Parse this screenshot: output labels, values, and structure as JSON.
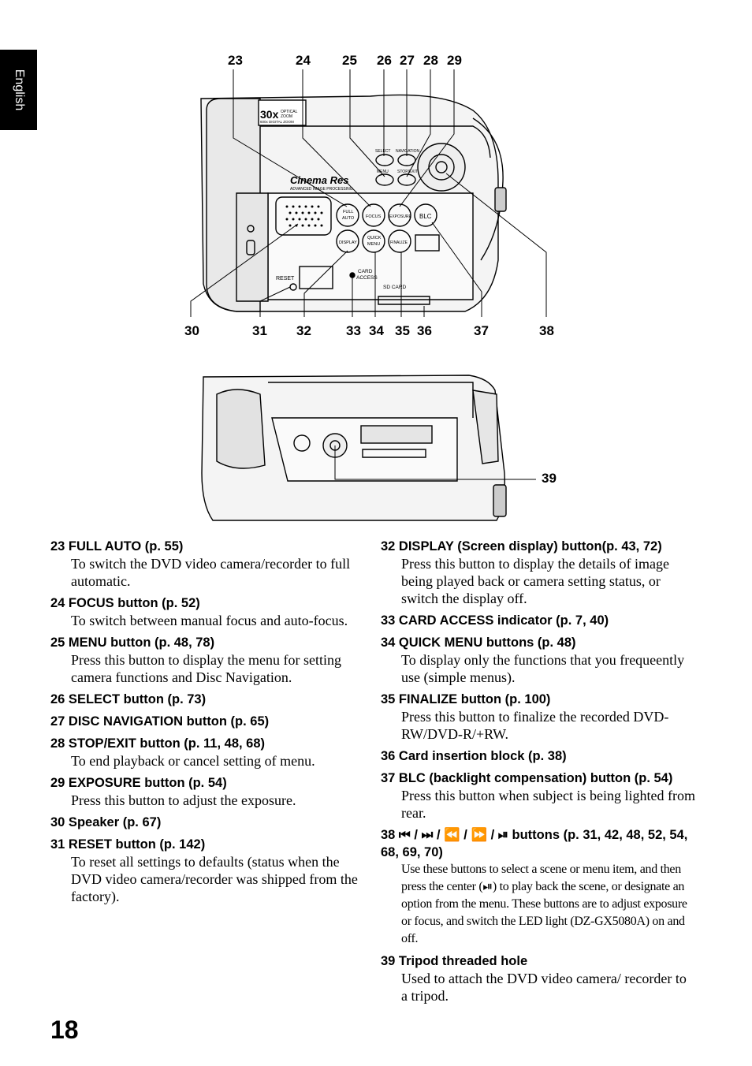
{
  "side_tab": "English",
  "page_number": "18",
  "top_figure": {
    "printed_text": {
      "zoom1": "30x",
      "zoom2": "OPTICAL",
      "zoom3": "ZOOM",
      "zoom4": "600x DIGITAL ZOOM",
      "cinema": "Cinema Res",
      "advanced": "ADVANCED IMAGE PROCESSING",
      "full": "FULL",
      "auto": "AUTO",
      "focus": "FOCUS",
      "exposure": "EXPOSURE",
      "blc": "BLC",
      "display": "DISPLAY",
      "quick": "QUICK",
      "menu": "MENU",
      "finalize": "FINALIZE",
      "select": "SELECT",
      "navigation": "NAVIGATION",
      "menu_top": "MENU",
      "stopexit": "STOP/EXIT",
      "reset": "RESET",
      "card": "CARD",
      "access": "ACCESS",
      "sdcard": "SD CARD"
    },
    "callouts_top": [
      "23",
      "24",
      "25",
      "26",
      "27",
      "28",
      "29"
    ],
    "callouts_bottom": [
      "30",
      "31",
      "32",
      "33",
      "34",
      "35",
      "36",
      "37",
      "38"
    ]
  },
  "bottom_figure": {
    "callout": "39"
  },
  "left_items": [
    {
      "head": "23 FULL AUTO (p. 55)",
      "desc": "To switch the DVD video camera/recorder to full automatic."
    },
    {
      "head": "24 FOCUS button (p. 52)",
      "desc": "To switch between manual focus and auto-focus."
    },
    {
      "head": "25 MENU button (p. 48, 78)",
      "desc": "Press this button to display the menu for setting camera functions and Disc Navigation."
    },
    {
      "head": "26 SELECT button (p. 73)",
      "desc": ""
    },
    {
      "head": "27 DISC NAVIGATION button (p. 65)",
      "desc": ""
    },
    {
      "head": "28 STOP/EXIT button (p. 11, 48, 68)",
      "desc": "To end playback or cancel setting of menu."
    },
    {
      "head": "29 EXPOSURE button (p. 54)",
      "desc": "Press this button to adjust the exposure."
    },
    {
      "head": "30 Speaker (p. 67)",
      "desc": ""
    },
    {
      "head": "31 RESET button (p. 142)",
      "desc": "To reset all settings to defaults (status when the DVD video camera/recorder was shipped from the factory)."
    }
  ],
  "right_items": [
    {
      "head": "32 DISPLAY (Screen display) button(p. 43, 72)",
      "desc": "Press this button to display the details of image being played back or camera setting status, or switch the display off."
    },
    {
      "head": "33 CARD ACCESS indicator (p. 7, 40)",
      "desc": ""
    },
    {
      "head": "34 QUICK MENU buttons (p. 48)",
      "desc": "To display only the functions that you frequeently use (simple menus)."
    },
    {
      "head": "35 FINALIZE button (p. 100)",
      "desc": "Press this button to finalize the recorded DVD-RW/DVD-R/+RW."
    },
    {
      "head": "36 Card insertion block (p. 38)",
      "desc": ""
    },
    {
      "head": "37 BLC (backlight compensation) button (p. 54)",
      "desc": "Press this button when subject is being lighted from rear."
    },
    {
      "head": "38 ⏮ / ⏭ / ⏪ / ⏩ / ⏯ buttons (p. 31, 42, 48, 52, 54, 68, 69, 70)",
      "desc": "Use these buttons to select a scene or menu item, and then press the center (⏯) to play back the scene, or designate an option from the menu. These buttons are to adjust exposure or focus, and switch the LED light (DZ-GX5080A) on and off."
    },
    {
      "head": "39 Tripod threaded hole",
      "desc": "Used to attach the DVD video camera/ recorder to a tripod."
    }
  ]
}
